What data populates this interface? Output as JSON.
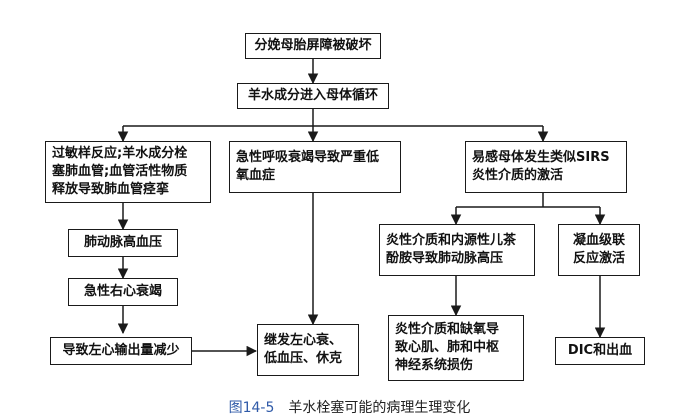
{
  "nodes": {
    "n1": "分娩母胎屏障被破坏",
    "n2": "羊水成分进入母体循环",
    "n3": "过敏样反应;羊水成分栓\n塞肺血管;血管活性物质\n释放导致肺血管痉挛",
    "n4": "急性呼吸衰竭导致严重低\n氧血症",
    "n5": "易感母体发生类似SIRS\n炎性介质的激活",
    "n6": "肺动脉高血压",
    "n7": "急性右心衰竭",
    "n8": "导致左心输出量减少",
    "n9": "继发左心衰、\n低血压、休克",
    "n10": "炎性介质和内源性儿茶\n酚胺导致肺动脉高压",
    "n11": "凝血级联\n反应激活",
    "n12": "炎性介质和缺氧导\n致心肌、肺和中枢\n神经系统损伤",
    "n13": "DIC和出血"
  },
  "caption": {
    "figure_number": "图14-5",
    "title": "羊水栓塞可能的病理生理变化"
  },
  "colors": {
    "line": "#1a1a1a",
    "caption_number": "#2f5aa8"
  }
}
